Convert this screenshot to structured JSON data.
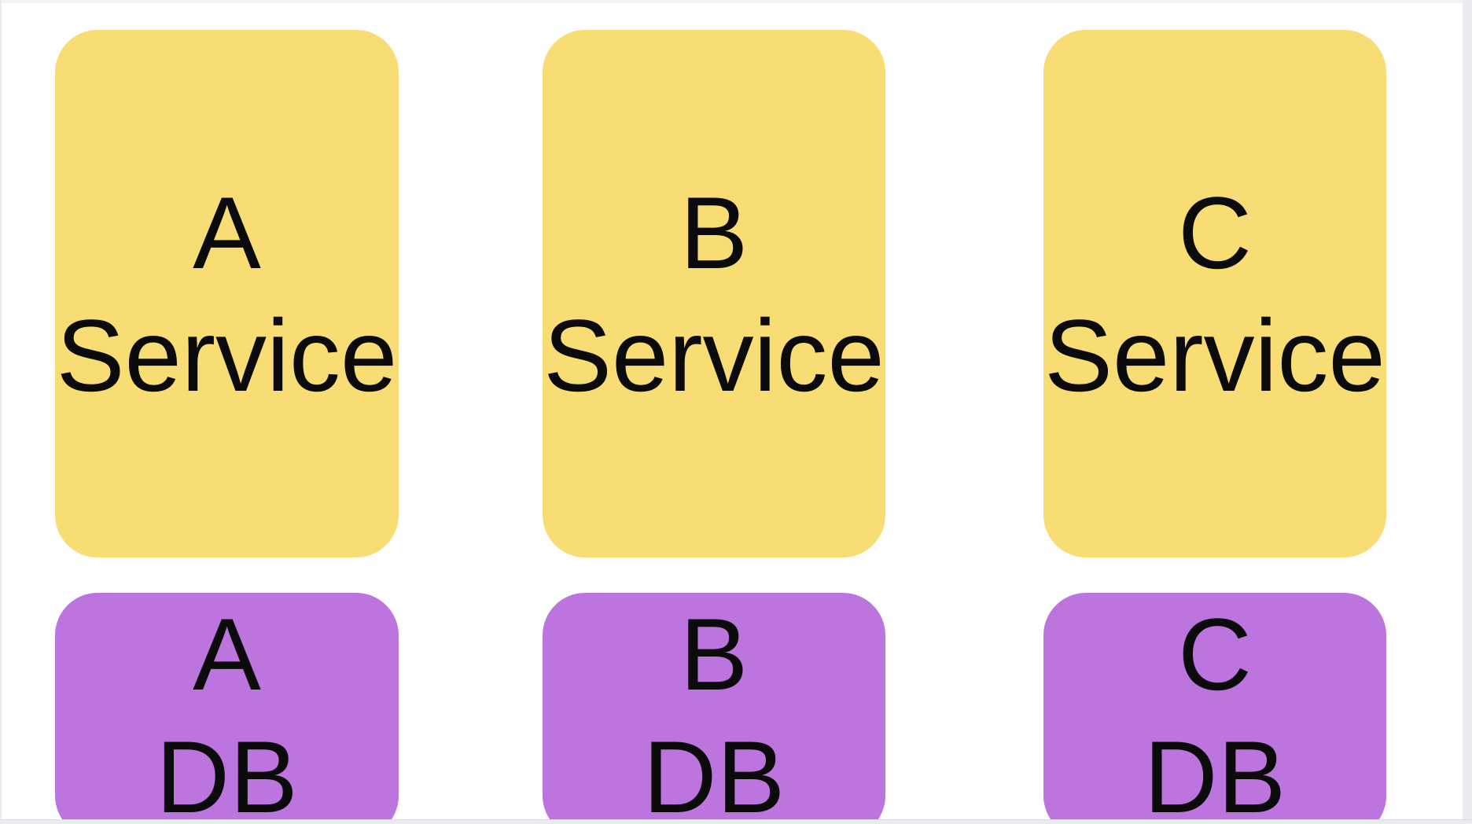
{
  "canvas": {
    "background": "#ffffff"
  },
  "colors": {
    "service_fill": "#f8dd74",
    "db_fill": "#bc74de",
    "label_text": "#0b0b0b",
    "chrome_gray": "#eaecf0"
  },
  "nodes": {
    "services": [
      {
        "line1": "A",
        "line2": "Service"
      },
      {
        "line1": "B",
        "line2": "Service"
      },
      {
        "line1": "C",
        "line2": "Service"
      }
    ],
    "databases": [
      {
        "line1": "A",
        "line2": "DB"
      },
      {
        "line1": "B",
        "line2": "DB"
      },
      {
        "line1": "C",
        "line2": "DB"
      }
    ]
  }
}
